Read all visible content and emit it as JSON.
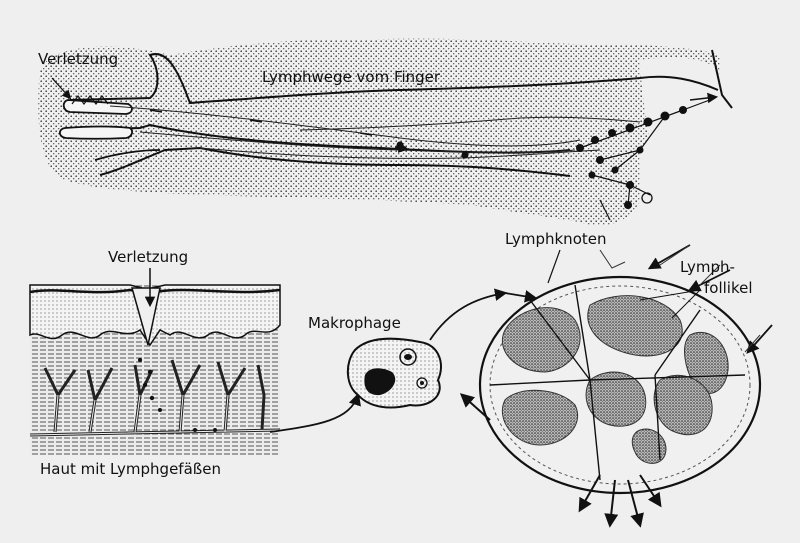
{
  "labels": {
    "injury_top": "Verletzung",
    "lymph_paths": "Lymphwege vom Finger",
    "injury_skin": "Verletzung",
    "macrophage": "Makrophage",
    "lymph_node": "Lymphknoten",
    "follicle_line1": "Lymph-",
    "follicle_line2": "follikel",
    "skin_caption": "Haut mit Lymphgefäßen"
  }
}
